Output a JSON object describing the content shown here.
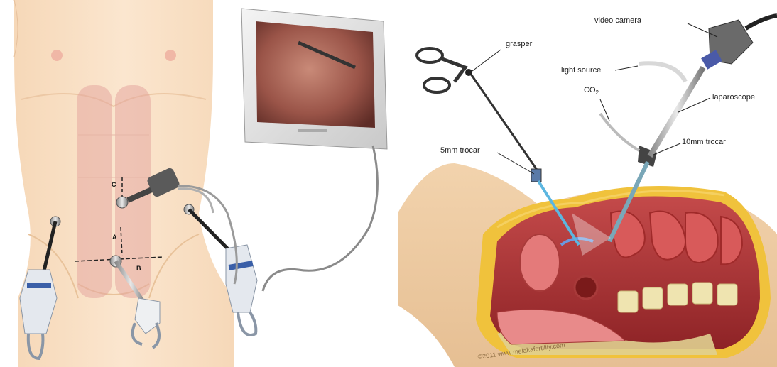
{
  "labels": {
    "grasper": "grasper",
    "video_camera": "video camera",
    "light_source": "light source",
    "co2": "CO",
    "co2_sub": "2",
    "laparoscope": "laparoscope",
    "trocar_5mm": "5mm trocar",
    "trocar_10mm": "10mm trocar"
  },
  "points": {
    "a": "A",
    "b": "B",
    "c": "C"
  },
  "copyright": "©2011 www.melakafertility.com"
}
